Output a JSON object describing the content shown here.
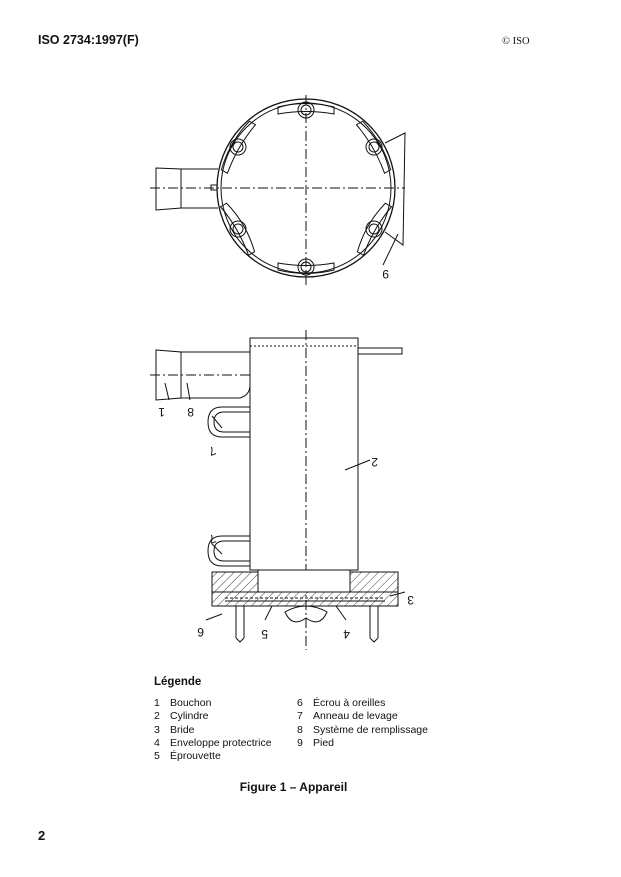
{
  "header": {
    "doc_id": "ISO 2734:1997(F)",
    "copyright": "© ISO"
  },
  "drawing": {
    "callouts": [
      "1",
      "8",
      "7",
      "2",
      "7",
      "3",
      "6",
      "5",
      "4",
      "9"
    ]
  },
  "legend": {
    "title": "Légende",
    "left": [
      {
        "n": "1",
        "label": "Bouchon"
      },
      {
        "n": "2",
        "label": "Cylindre"
      },
      {
        "n": "3",
        "label": "Bride"
      },
      {
        "n": "4",
        "label": "Enveloppe protectrice"
      },
      {
        "n": "5",
        "label": "Éprouvette"
      }
    ],
    "right": [
      {
        "n": "6",
        "label": "Écrou à oreilles"
      },
      {
        "n": "7",
        "label": "Anneau de levage"
      },
      {
        "n": "8",
        "label": "Système de remplissage"
      },
      {
        "n": "9",
        "label": "Pied"
      }
    ]
  },
  "caption": "Figure 1 – Appareil",
  "page_number": "2"
}
